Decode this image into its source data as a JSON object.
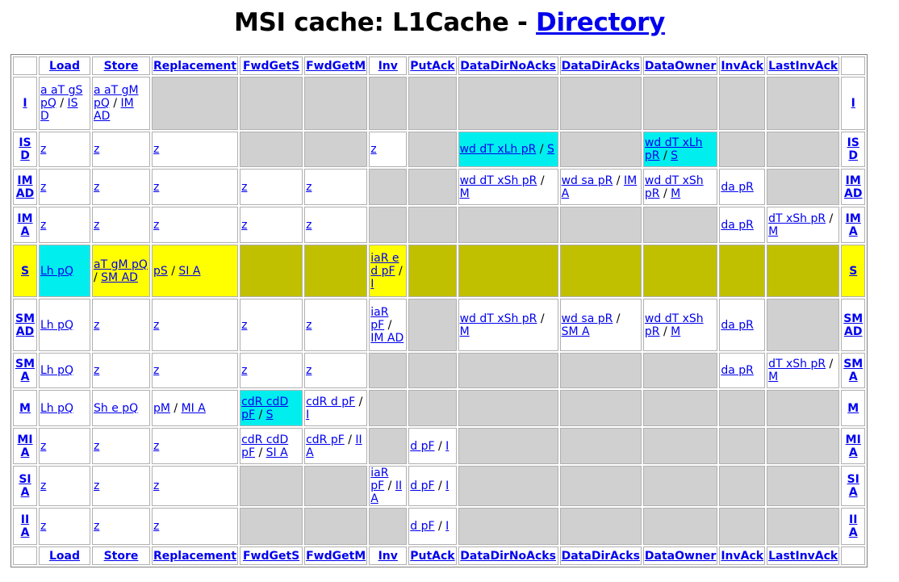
{
  "page": {
    "title_prefix": "MSI cache: L1Cache - ",
    "title_link": "Directory"
  },
  "columns": [
    "Load",
    "Store",
    "Replacement",
    "FwdGetS",
    "FwdGetM",
    "Inv",
    "PutAck",
    "DataDirNoAcks",
    "DataDirAcks",
    "DataOwner",
    "InvAck",
    "LastInvAck"
  ],
  "colors": {
    "white": "#ffffff",
    "gray": "#d0d0d0",
    "cyan": "#00eeee",
    "yellow": "#ffff00",
    "olive": "#c0c000",
    "link": "#0000ee"
  },
  "rows": [
    {
      "state": "I",
      "cells": [
        {
          "bg": "w",
          "links": [
            {
              "text": "a aT gS pQ"
            },
            {
              "text": "IS D"
            }
          ]
        },
        {
          "bg": "w",
          "links": [
            {
              "text": "a aT gM pQ"
            },
            {
              "text": "IM AD"
            }
          ]
        },
        {
          "bg": "g",
          "links": []
        },
        {
          "bg": "g",
          "links": []
        },
        {
          "bg": "g",
          "links": []
        },
        {
          "bg": "g",
          "links": []
        },
        {
          "bg": "g",
          "links": []
        },
        {
          "bg": "g",
          "links": []
        },
        {
          "bg": "g",
          "links": []
        },
        {
          "bg": "g",
          "links": []
        },
        {
          "bg": "g",
          "links": []
        },
        {
          "bg": "g",
          "links": []
        }
      ]
    },
    {
      "state": "IS D",
      "cells": [
        {
          "bg": "w",
          "links": [
            {
              "text": "z"
            }
          ]
        },
        {
          "bg": "w",
          "links": [
            {
              "text": "z"
            }
          ]
        },
        {
          "bg": "w",
          "links": [
            {
              "text": "z"
            }
          ]
        },
        {
          "bg": "g",
          "links": []
        },
        {
          "bg": "g",
          "links": []
        },
        {
          "bg": "w",
          "links": [
            {
              "text": "z"
            }
          ]
        },
        {
          "bg": "g",
          "links": []
        },
        {
          "bg": "c",
          "links": [
            {
              "text": "wd dT xLh pR"
            },
            {
              "text": "S"
            }
          ]
        },
        {
          "bg": "g",
          "links": []
        },
        {
          "bg": "c",
          "links": [
            {
              "text": "wd dT xLh pR"
            },
            {
              "text": "S"
            }
          ]
        },
        {
          "bg": "g",
          "links": []
        },
        {
          "bg": "g",
          "links": []
        }
      ]
    },
    {
      "state": "IM AD",
      "cells": [
        {
          "bg": "w",
          "links": [
            {
              "text": "z"
            }
          ]
        },
        {
          "bg": "w",
          "links": [
            {
              "text": "z"
            }
          ]
        },
        {
          "bg": "w",
          "links": [
            {
              "text": "z"
            }
          ]
        },
        {
          "bg": "w",
          "links": [
            {
              "text": "z"
            }
          ]
        },
        {
          "bg": "w",
          "links": [
            {
              "text": "z"
            }
          ]
        },
        {
          "bg": "g",
          "links": []
        },
        {
          "bg": "g",
          "links": []
        },
        {
          "bg": "w",
          "links": [
            {
              "text": "wd dT xSh pR"
            },
            {
              "text": "M"
            }
          ]
        },
        {
          "bg": "w",
          "links": [
            {
              "text": "wd sa pR"
            },
            {
              "text": "IM A"
            }
          ]
        },
        {
          "bg": "w",
          "links": [
            {
              "text": "wd dT xSh pR"
            },
            {
              "text": "M"
            }
          ]
        },
        {
          "bg": "w",
          "links": [
            {
              "text": "da pR"
            }
          ]
        },
        {
          "bg": "g",
          "links": []
        }
      ]
    },
    {
      "state": "IM A",
      "cells": [
        {
          "bg": "w",
          "links": [
            {
              "text": "z"
            }
          ]
        },
        {
          "bg": "w",
          "links": [
            {
              "text": "z"
            }
          ]
        },
        {
          "bg": "w",
          "links": [
            {
              "text": "z"
            }
          ]
        },
        {
          "bg": "w",
          "links": [
            {
              "text": "z"
            }
          ]
        },
        {
          "bg": "w",
          "links": [
            {
              "text": "z"
            }
          ]
        },
        {
          "bg": "g",
          "links": []
        },
        {
          "bg": "g",
          "links": []
        },
        {
          "bg": "g",
          "links": []
        },
        {
          "bg": "g",
          "links": []
        },
        {
          "bg": "g",
          "links": []
        },
        {
          "bg": "w",
          "links": [
            {
              "text": "da pR"
            }
          ]
        },
        {
          "bg": "w",
          "links": [
            {
              "text": "dT xSh pR"
            },
            {
              "text": "M"
            }
          ]
        }
      ]
    },
    {
      "state": "S",
      "yellow": true,
      "cells": [
        {
          "bg": "c",
          "links": [
            {
              "text": "Lh pQ"
            }
          ]
        },
        {
          "bg": "y",
          "links": [
            {
              "text": "aT gM pQ"
            },
            {
              "text": "SM AD"
            }
          ]
        },
        {
          "bg": "y",
          "links": [
            {
              "text": "pS"
            },
            {
              "text": "SI A"
            }
          ]
        },
        {
          "bg": "o",
          "links": []
        },
        {
          "bg": "o",
          "links": []
        },
        {
          "bg": "y",
          "links": [
            {
              "text": "iaR e d pF"
            },
            {
              "text": "I"
            }
          ]
        },
        {
          "bg": "o",
          "links": []
        },
        {
          "bg": "o",
          "links": []
        },
        {
          "bg": "o",
          "links": []
        },
        {
          "bg": "o",
          "links": []
        },
        {
          "bg": "o",
          "links": []
        },
        {
          "bg": "o",
          "links": []
        }
      ]
    },
    {
      "state": "SM AD",
      "cells": [
        {
          "bg": "w",
          "links": [
            {
              "text": "Lh pQ"
            }
          ]
        },
        {
          "bg": "w",
          "links": [
            {
              "text": "z"
            }
          ]
        },
        {
          "bg": "w",
          "links": [
            {
              "text": "z"
            }
          ]
        },
        {
          "bg": "w",
          "links": [
            {
              "text": "z"
            }
          ]
        },
        {
          "bg": "w",
          "links": [
            {
              "text": "z"
            }
          ]
        },
        {
          "bg": "w",
          "links": [
            {
              "text": "iaR pF"
            },
            {
              "text": "IM AD"
            }
          ]
        },
        {
          "bg": "g",
          "links": []
        },
        {
          "bg": "w",
          "links": [
            {
              "text": "wd dT xSh pR"
            },
            {
              "text": "M"
            }
          ]
        },
        {
          "bg": "w",
          "links": [
            {
              "text": "wd sa pR"
            },
            {
              "text": "SM A"
            }
          ]
        },
        {
          "bg": "w",
          "links": [
            {
              "text": "wd dT xSh pR"
            },
            {
              "text": "M"
            }
          ]
        },
        {
          "bg": "w",
          "links": [
            {
              "text": "da pR"
            }
          ]
        },
        {
          "bg": "g",
          "links": []
        }
      ]
    },
    {
      "state": "SM A",
      "cells": [
        {
          "bg": "w",
          "links": [
            {
              "text": "Lh pQ"
            }
          ]
        },
        {
          "bg": "w",
          "links": [
            {
              "text": "z"
            }
          ]
        },
        {
          "bg": "w",
          "links": [
            {
              "text": "z"
            }
          ]
        },
        {
          "bg": "w",
          "links": [
            {
              "text": "z"
            }
          ]
        },
        {
          "bg": "w",
          "links": [
            {
              "text": "z"
            }
          ]
        },
        {
          "bg": "g",
          "links": []
        },
        {
          "bg": "g",
          "links": []
        },
        {
          "bg": "g",
          "links": []
        },
        {
          "bg": "g",
          "links": []
        },
        {
          "bg": "g",
          "links": []
        },
        {
          "bg": "w",
          "links": [
            {
              "text": "da pR"
            }
          ]
        },
        {
          "bg": "w",
          "links": [
            {
              "text": "dT xSh pR"
            },
            {
              "text": "M"
            }
          ]
        }
      ]
    },
    {
      "state": "M",
      "cells": [
        {
          "bg": "w",
          "links": [
            {
              "text": "Lh pQ"
            }
          ]
        },
        {
          "bg": "w",
          "links": [
            {
              "text": "Sh e pQ"
            }
          ]
        },
        {
          "bg": "w",
          "links": [
            {
              "text": "pM"
            },
            {
              "text": "MI A"
            }
          ]
        },
        {
          "bg": "c",
          "links": [
            {
              "text": "cdR cdD pF"
            },
            {
              "text": "S"
            }
          ]
        },
        {
          "bg": "w",
          "links": [
            {
              "text": "cdR d pF"
            },
            {
              "text": "I"
            }
          ]
        },
        {
          "bg": "g",
          "links": []
        },
        {
          "bg": "g",
          "links": []
        },
        {
          "bg": "g",
          "links": []
        },
        {
          "bg": "g",
          "links": []
        },
        {
          "bg": "g",
          "links": []
        },
        {
          "bg": "g",
          "links": []
        },
        {
          "bg": "g",
          "links": []
        }
      ]
    },
    {
      "state": "MI A",
      "cells": [
        {
          "bg": "w",
          "links": [
            {
              "text": "z"
            }
          ]
        },
        {
          "bg": "w",
          "links": [
            {
              "text": "z"
            }
          ]
        },
        {
          "bg": "w",
          "links": [
            {
              "text": "z"
            }
          ]
        },
        {
          "bg": "w",
          "links": [
            {
              "text": "cdR cdD pF"
            },
            {
              "text": "SI A"
            }
          ]
        },
        {
          "bg": "w",
          "links": [
            {
              "text": "cdR pF"
            },
            {
              "text": "II A"
            }
          ]
        },
        {
          "bg": "g",
          "links": []
        },
        {
          "bg": "w",
          "links": [
            {
              "text": "d pF"
            },
            {
              "text": "I"
            }
          ]
        },
        {
          "bg": "g",
          "links": []
        },
        {
          "bg": "g",
          "links": []
        },
        {
          "bg": "g",
          "links": []
        },
        {
          "bg": "g",
          "links": []
        },
        {
          "bg": "g",
          "links": []
        }
      ]
    },
    {
      "state": "SI A",
      "cells": [
        {
          "bg": "w",
          "links": [
            {
              "text": "z"
            }
          ]
        },
        {
          "bg": "w",
          "links": [
            {
              "text": "z"
            }
          ]
        },
        {
          "bg": "w",
          "links": [
            {
              "text": "z"
            }
          ]
        },
        {
          "bg": "g",
          "links": []
        },
        {
          "bg": "g",
          "links": []
        },
        {
          "bg": "w",
          "links": [
            {
              "text": "iaR pF"
            },
            {
              "text": "II A"
            }
          ]
        },
        {
          "bg": "w",
          "links": [
            {
              "text": "d pF"
            },
            {
              "text": "I"
            }
          ]
        },
        {
          "bg": "g",
          "links": []
        },
        {
          "bg": "g",
          "links": []
        },
        {
          "bg": "g",
          "links": []
        },
        {
          "bg": "g",
          "links": []
        },
        {
          "bg": "g",
          "links": []
        }
      ]
    },
    {
      "state": "II A",
      "cells": [
        {
          "bg": "w",
          "links": [
            {
              "text": "z"
            }
          ]
        },
        {
          "bg": "w",
          "links": [
            {
              "text": "z"
            }
          ]
        },
        {
          "bg": "w",
          "links": [
            {
              "text": "z"
            }
          ]
        },
        {
          "bg": "g",
          "links": []
        },
        {
          "bg": "g",
          "links": []
        },
        {
          "bg": "g",
          "links": []
        },
        {
          "bg": "w",
          "links": [
            {
              "text": "d pF"
            },
            {
              "text": "I"
            }
          ]
        },
        {
          "bg": "g",
          "links": []
        },
        {
          "bg": "g",
          "links": []
        },
        {
          "bg": "g",
          "links": []
        },
        {
          "bg": "g",
          "links": []
        },
        {
          "bg": "g",
          "links": []
        }
      ]
    }
  ]
}
